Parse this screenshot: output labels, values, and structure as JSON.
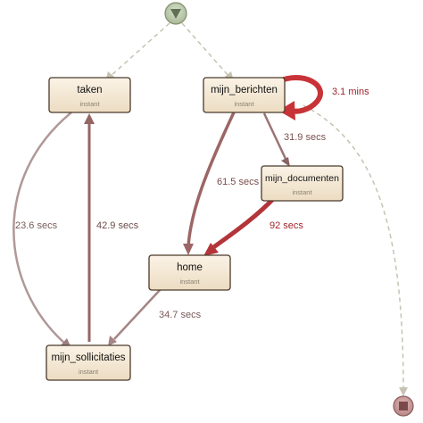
{
  "colors": {
    "node_fill_top": "#fbf3e6",
    "node_fill_bottom": "#ecdcc2",
    "edge_muted": "#a88585",
    "edge_mid": "#9b6a6a",
    "edge_strong": "#b5272f",
    "dashed": "#c7c2b3",
    "start_fill": "#bcc9ad",
    "end_fill": "#c89898"
  },
  "start_node": {
    "icon": "triangle-down-icon"
  },
  "end_node": {
    "icon": "square-stop-icon"
  },
  "nodes": [
    {
      "id": "taken",
      "label": "taken",
      "sub": "instant"
    },
    {
      "id": "mijn_berichten",
      "label": "mijn_berichten",
      "sub": "instant"
    },
    {
      "id": "mijn_documenten",
      "label": "mijn_documenten",
      "sub": "instant"
    },
    {
      "id": "home",
      "label": "home",
      "sub": "instant"
    },
    {
      "id": "mijn_sollicitaties",
      "label": "mijn_sollicitaties",
      "sub": "instant"
    }
  ],
  "edges": [
    {
      "id": "berichten_self",
      "label": "3.1 mins"
    },
    {
      "id": "berichten_documenten",
      "label": "31.9 secs"
    },
    {
      "id": "berichten_home",
      "label": "61.5 secs"
    },
    {
      "id": "documenten_home",
      "label": "92 secs"
    },
    {
      "id": "home_sollicitaties",
      "label": "34.7 secs"
    },
    {
      "id": "taken_sollicitaties",
      "label": "23.6 secs"
    },
    {
      "id": "sollicitaties_taken",
      "label": "42.9 secs"
    }
  ]
}
